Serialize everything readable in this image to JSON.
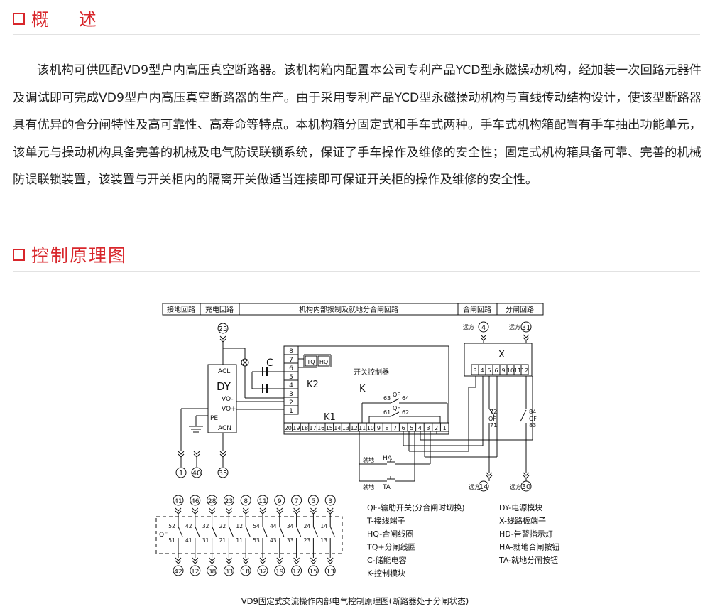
{
  "sections": [
    {
      "title": "概    述"
    },
    {
      "title": "控制原理图"
    }
  ],
  "intro_text": "该机构可供匹配VD9型户内高压真空断路器。该机构箱内配置本公司专利产品YCD型永磁操动机构，经加装一次回路元器件及调试即可完成VD9型户内高压真空断路器的生产。由于采用专利产品YCD型永磁操动机构与直线传动结构设计，使该型断路器具有优异的合分闸特性及高可靠性、高寿命等特点。本机构箱分固定式和手车式两种。手车式机构箱配置有手车抽出功能单元，该单元与操动机构具备完善的机械及电气防误联锁系统，保证了手车操作及维修的安全性；固定式机构箱具备可靠、完善的机械防误联锁装置，该装置与开关柜内的隔离开关做适当连接即可保证开关柜的操作及维修的安全性。",
  "diagram": {
    "headers": [
      "接地回路",
      "充电回路",
      "机构内部按制及就地分合闸回路",
      "合闸回路",
      "分闸回路"
    ],
    "dy_labels": {
      "acl": "ACL",
      "dy": "DY",
      "vo_minus": "VO-",
      "vo_plus": "VO+",
      "pe": "PE",
      "acn": "ACN"
    },
    "c_label": "C",
    "tq": "TQ",
    "hq": "HQ",
    "k2": "K2",
    "k1": "K1",
    "k": "K",
    "switch_controller": "开关控制器",
    "x_label": "X",
    "k2_pins": [
      "8",
      "7",
      "6",
      "5",
      "4",
      "3",
      "2",
      "1"
    ],
    "k1_pins": [
      "20",
      "19",
      "18",
      "17",
      "16",
      "15",
      "14",
      "13",
      "12",
      "11",
      "10",
      "9",
      "8",
      "7",
      "6",
      "5",
      "4",
      "3",
      "2",
      "1"
    ],
    "x_pins": [
      "3",
      "4",
      "5",
      "6",
      "9",
      "10",
      "11",
      "12"
    ],
    "qf_contacts": [
      {
        "qf": "QF",
        "a": "63",
        "b": "64"
      },
      {
        "qf": "QF",
        "a": "61",
        "b": "62"
      }
    ],
    "qf_close": {
      "qf": "QF",
      "a": "72",
      "b": "71"
    },
    "qf_open": {
      "qf": "QF",
      "a": "84",
      "b": "83"
    },
    "terminals_top": {
      "t25": "25",
      "t4": "4",
      "t31": "31"
    },
    "terminals_bottom": {
      "t1": "1",
      "t40": "40",
      "t35": "35",
      "t14": "14",
      "t30": "30"
    },
    "remote": "远方",
    "local_ha": {
      "label": "就地",
      "tag": "HA"
    },
    "local_ta": {
      "label": "就地",
      "tag": "TA"
    },
    "aux_qf": "QF",
    "aux_top": [
      "41",
      "46",
      "28",
      "23",
      "8",
      "11",
      "9",
      "7",
      "5",
      "3"
    ],
    "aux_bottom": [
      "42",
      "12",
      "38",
      "33",
      "18",
      "32",
      "19",
      "17",
      "15",
      "13"
    ],
    "aux_upper_nums": [
      "52",
      "42",
      "32",
      "22",
      "12",
      "54",
      "44",
      "34",
      "24",
      "14"
    ],
    "aux_lower_nums": [
      "51",
      "41",
      "31",
      "21",
      "11",
      "53",
      "43",
      "33",
      "23",
      "13"
    ],
    "legend": [
      "QF-输助开关(分合闸时切换)",
      "DY-电源模块",
      "T-接线端子",
      "X-线路板端子",
      "HQ-合闸线圈",
      "HD-告警指示灯",
      "TQ+分闸线圈",
      "HA-就地合闸按钮",
      "C-储能电容",
      "TA-就地分闸按钮",
      "K-控制模块"
    ],
    "caption": "VD9固定式交流操作内部电气控制原理图(断路器处于分闸状态)"
  }
}
